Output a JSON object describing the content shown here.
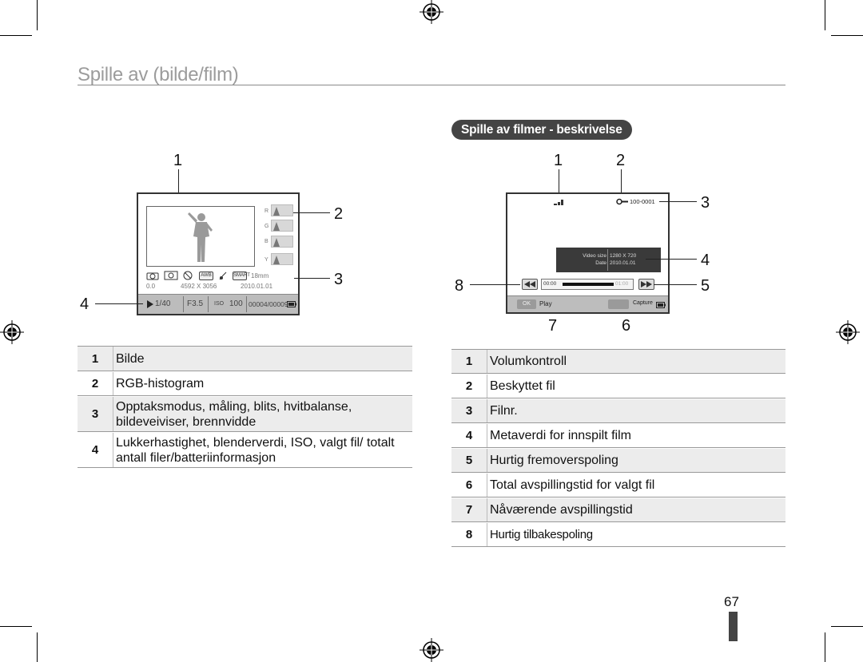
{
  "page_title": "Spille av (bilde/film)",
  "video_section": {
    "heading": "Spille av filmer - beskrivelse"
  },
  "photo_screen": {
    "callouts": {
      "c1": "1",
      "c2": "2",
      "c3": "3",
      "c4": "4"
    },
    "histogram_labels": [
      "R",
      "G",
      "B",
      "Y"
    ],
    "mode_icons": [
      "AWB",
      "SMART"
    ],
    "focal": "18mm",
    "ev": "0.0",
    "resolution": "4592 X 3056",
    "date": "2010.01.01",
    "shutter": "1/40",
    "aperture": "F3.5",
    "iso_label": "ISO",
    "iso_value": "100",
    "file_count": "00004/00009"
  },
  "video_screen": {
    "callouts": {
      "c1": "1",
      "c2": "2",
      "c3": "3",
      "c4": "4",
      "c5": "5",
      "c6": "6",
      "c7": "7",
      "c8": "8"
    },
    "file_no": "100-0001",
    "meta": {
      "size_label": "Video size",
      "size_value": "1280 X 720",
      "date_label": "Date",
      "date_value": "2010.01.01"
    },
    "time_start": "00:00",
    "time_end": "01:00",
    "ok_label": "OK",
    "play_label": "Play",
    "capture_label": "Capture"
  },
  "photo_table": [
    {
      "num": "1",
      "text": "Bilde"
    },
    {
      "num": "2",
      "text": "RGB-histogram"
    },
    {
      "num": "3",
      "text": "Opptaksmodus, måling, blits, hvitbalanse, bildeveiviser, brennvidde"
    },
    {
      "num": "4",
      "text": "Lukkerhastighet, blenderverdi, ISO, valgt fil/ totalt antall filer/batteriinformasjon"
    }
  ],
  "video_table": [
    {
      "num": "1",
      "text": "Volumkontroll"
    },
    {
      "num": "2",
      "text": "Beskyttet fil"
    },
    {
      "num": "3",
      "text": "Filnr."
    },
    {
      "num": "4",
      "text": "Metaverdi for innspilt film"
    },
    {
      "num": "5",
      "text": "Hurtig fremoverspoling"
    },
    {
      "num": "6",
      "text": "Total avspillingstid for valgt fil"
    },
    {
      "num": "7",
      "text": "Nåværende avspillingstid"
    },
    {
      "num": "8",
      "text": "Hurtig tilbakespoling"
    }
  ],
  "page_number": "67"
}
